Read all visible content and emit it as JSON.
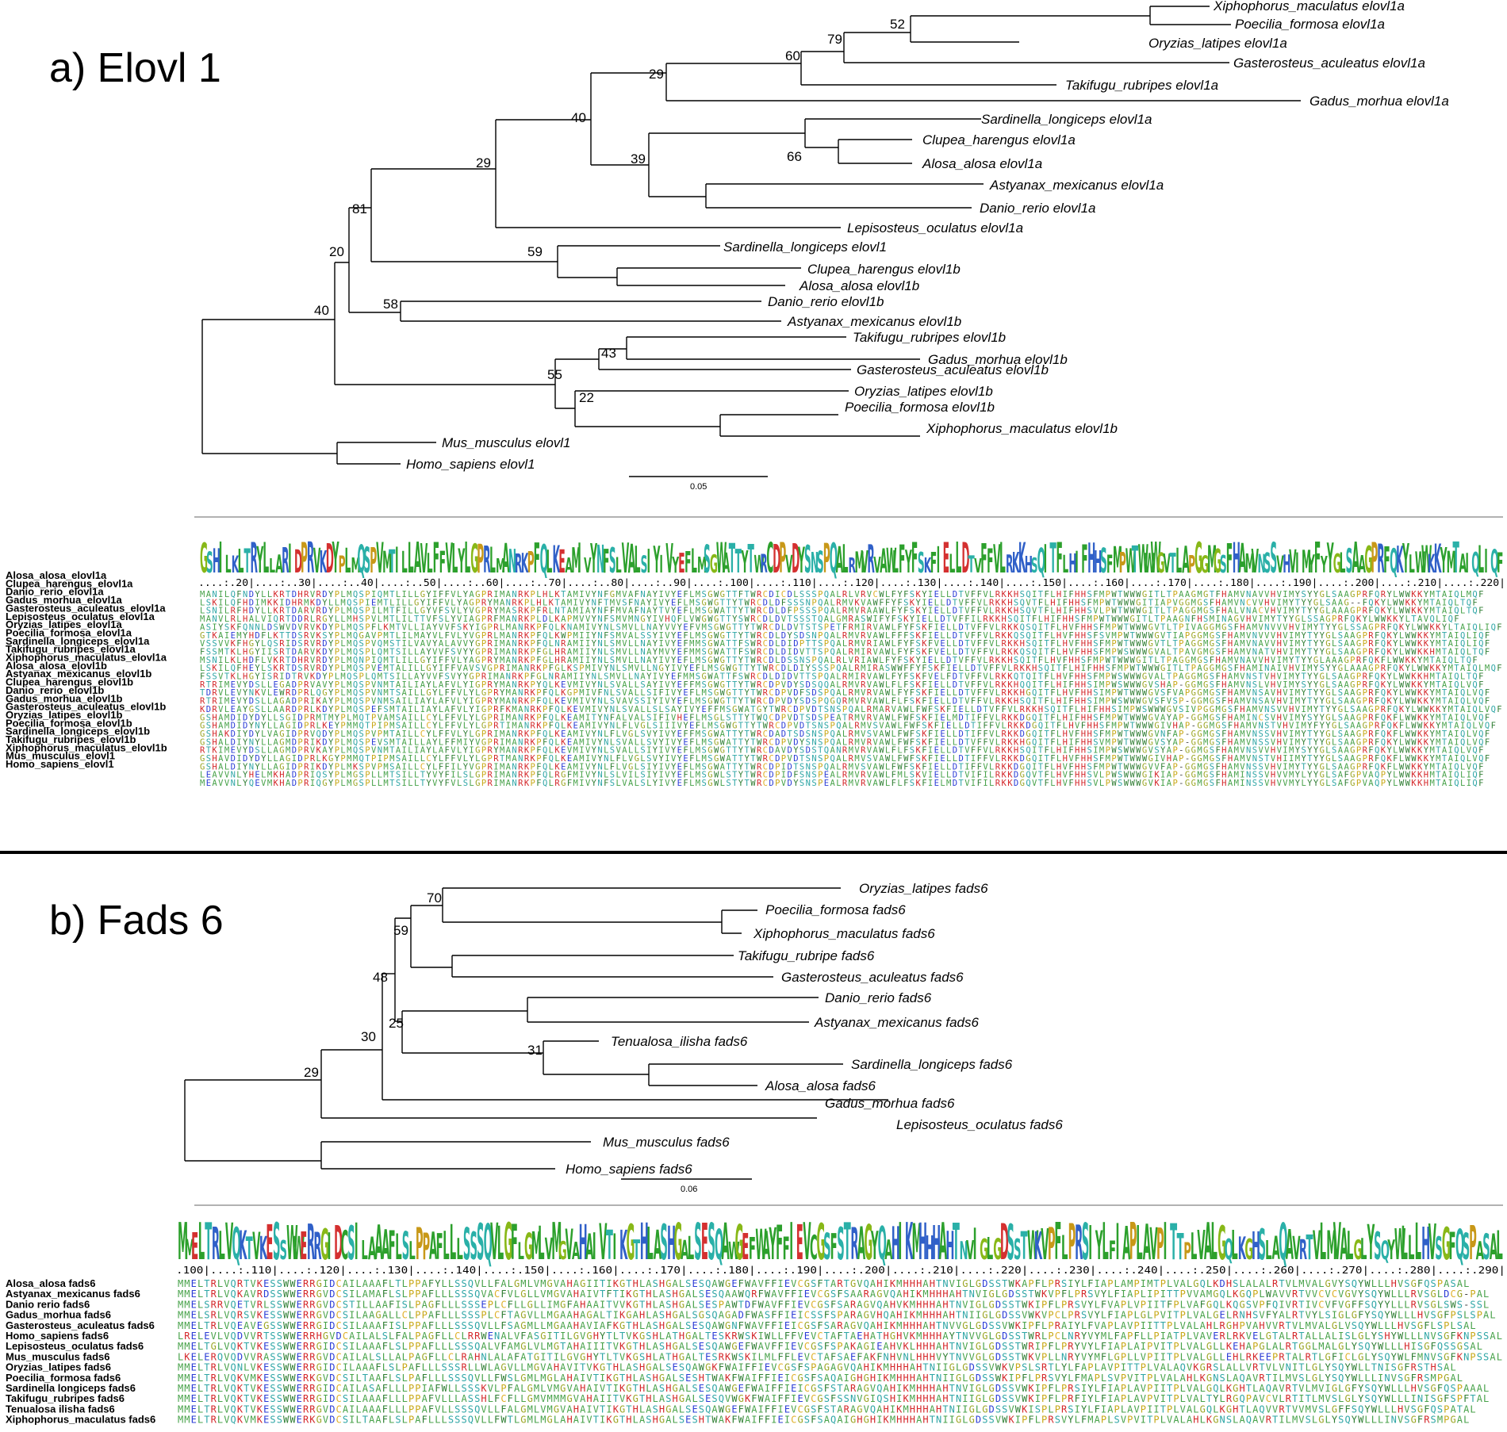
{
  "panel_a": {
    "title": "a) Elovl 1",
    "scale_label": "0.05",
    "leaves": [
      "Xiphophorus_maculatus elovl1a",
      "Poecilia_formosa elovl1a",
      "Oryzias_latipes elovl1a",
      "Gasterosteus_aculeatus elovl1a",
      "Takifugu_rubripes elovl1a",
      "Gadus_morhua elovl1a",
      "Sardinella_longiceps elovl1a",
      "Clupea_harengus elovl1a",
      "Alosa_alosa elovl1a",
      "Astyanax_mexicanus elovl1a",
      "Danio_rerio elovl1a",
      "Lepisosteus_oculatus elovl1a",
      "Sardinella_longiceps elovl1",
      "Clupea_harengus elovl1b",
      "Alosa_alosa elovl1b",
      "Danio_rerio elovl1b",
      "Astyanax_mexicanus elovl1b",
      "Takifugu_rubripes elovl1b",
      "Gadus_morhua elovl1b",
      "Gasterosteus_aculeatus elovl1b",
      "Oryzias_latipes elovl1b",
      "Poecilia_formosa elovl1b",
      "Xiphophorus_maculatus elovl1b",
      "Mus_musculus elovl1",
      "Homo_sapiens elovl1"
    ],
    "bootstraps": [
      "52",
      "79",
      "60",
      "29",
      "40",
      "66",
      "39",
      "29",
      "81",
      "20",
      "59",
      "58",
      "40",
      "43",
      "55",
      "22"
    ],
    "alignment_names": [
      "Alosa_alosa_elovl1a",
      "Clupea_harengus_elovl1a",
      "Danio_rerio_elovl1a",
      "Gadus_morhua_elovl1a",
      "Gasterosteus_aculeatus_elovl1a",
      "Lepisosteus_oculatus_elovl1a",
      "Oryzias_latipes_elovl1a",
      "Poecilia_formosa_elovl1a",
      "Sardinella_longiceps_elovl1a",
      "Takifugu_rubripes_elovl1a",
      "Xiphophorus_maculatus_elovl1a",
      "Alosa_alosa_elovl1b",
      "Astyanax_mexicanus_elovl1b",
      "Clupea_harengus_elovl1b",
      "Danio_rerio_elovl1b",
      "Gadus_morhua_elovl1b",
      "Gasterosteus_aculeatus_elovl1b",
      "Oryzias_latipes_elovl1b",
      "Poecilia_formosa_elovl1b",
      "Sardinella_longiceps_elovl1b",
      "Takifugu_rubripes_elovl1b",
      "Xiphophorus_maculatus_elovl1b",
      "Mus_musculus_elovl1",
      "Homo_sapiens_elovl1"
    ],
    "ruler": "....:.20|....:..30|....:..40|....:..50|....:..60|....:..70|....:..80|....:..90|....:.100|....:.110|....:.120|....:.130|....:.140|....:.150|....:.160|....:.170|....:.180|....:.190|....:.200|....:.210|....:.220|",
    "logo": "GSHILKLTRYLLARIDPRVKDYPLMQSPVMTILLAVLFFVLYLGPRLMANRKPFQLKEAMIVYNFSLVALSIYIVYEFLMSGWATTYTWRCDPVDYSNSPQALRMVRVAWLFYFSKFIELLDTVFFVLRKKHSQITFLHIFHHSFMPWTWWWGVTLAPGGMGSFHAMVNSSVHVIMYFYYGLSAAGPRFQKYLWWKKYMTAIQLIQF",
    "sequences": [
      "MANILQFNDYLLKRTDHRVRDYPLMQSPIQMTLILLGYIFFVLYAGPRIMANRKPLHLKTAMIVYNFGMVAFNAYIVYEFLMSGWGTTFTWRCDICDLSSSPQALRLVRVCWLFYFSKYIELLDTVFFVLRKKHSQITFLHIFHHSFMPWTWWWGITLTPAAGMGTFHAMVNAVVHVIMYSYYGLSAAGPRFQRYLWWKKYMTAIQLMQF",
      "LSKILQFHDIMKKIDHRMKDYLLMQSPIEMTLILLGYIFFVLYAGPRYMANRKPLHLKTAMIVYNFTMVSFNAYIVYEFLMSGWGTTYTWRCDLDFSSSNPQALRMVKVAWFFYFSKYIELLDTVFFVLRKKHSQVTFLHIFHHSFMPWTWWWGITIAPVGGMGSFHAMVNCVVHVIMYTYYGLSAAG--FQKYLWWKKYMTAIQLTQF",
      "LSNILRFHDYLLKRTDARVRDYPLMQSPILMTFILLGYVFSVLYVGPRYMASRKPFRLNTAMIAYNFFMVAFNAYTVYEFLMSGWATTYTWRCDLDFPSSSPQALRMVRAAWLFYFSKYIELLDTVFFVLRKKHSQVTFLHIFHHSVLPWTWWWGITLTPAGGMGSFHALVNACVHVIMYTYYGLAAAGPRFQKYLWWKKYMTAIQLTQF",
      "MANVLRLHALVIQRTDDRLRGYLLMHSPVLMTLILTTVFSLYVIAGPRFMANRKPLDLKAPMVVYNFSMVMNGYIVHQFLVWGWGTTYSWRCDLDVTSSSTQALGMRASWIFYFSKYIELLDTVFFILRKKHSQITFLHIFHHSFMPWTWWWGITLTPAAGNFHSMINAGVHVIMYTYYGLSSAGPRFQKYLWWKKYLTAVQLIQF",
      "ASIYSKFQNNLDSWVDVRVKDYPLMQSPFLKMTVLLIAYVVFSKYIGPRLMANRKPFQLKNAMIVYNLSMVLLNAYVVYEFVMSGWGTTYTWRCDLDVTSTSPETFRMIRVAWLFYFSKFIELLDTVFFVLRKKQSQITFLHVFHHSFMPWTWWWGVTLTPIVAGGMGSFHAMVNVVVHVIMYTYYGLSSAGPRFQKYLWWKKYLTAIQLIQF",
      "GTKAIEMYHDFLKTTDSRVKSYPLMQGAVPMTLILMAYVLFVLYVGPRLMANRKPFQLKWPMIIYNFSMVALSSYIVYEFLMSGWGTTYTWRCDLDYSDSNPQALRMVRVAWLFFFSKFIELLDTVFFVLRKKQSQITFLHVFHHSFSVMPWTWWWGVTIAPGGMGSFHAMVNVVVHVIMYTYYGLSAAGPRFQKYLWWKKYMTAIQLIQF",
      "VSSVVKFHGYLQSRIDSRVRDYPLMQSPVQMSTILVAVYALAVVYGPRIMANRKPFQLNRAMIIYNLSMVLLNAYIVYEFMMSGWATTFSWRCDLDIDPTTSPQALRMVRIAWLFYFSKFVELLDTVFFVLRKKHSQITFLHVFHHSFMPWTWWWGVTLTPAGGMGSFHAMVNAVVHVIMYTYYGLSAAGPRFQKYLWWKKYMTAIQLIQF",
      "FSSMTKLHGYIISRTDARVKDYPLMQSPLQMTSILLAYVVFSVYYGPRIMANRKPFGLHRAMIIYNLSMVLLNAYMVYEFMMSGWATTFSWRCDLDIDVTTSPQALRMIRVAWLFYFSKFVELLDTVFFVLRKKQSQITFLHVFHHSFMPWSWWWGVALTPAVGMGSFHAMVNATVHVIMYTYYGLSAAGPRFQKYLWWKKHMTAIQLTQF",
      "MSNILKLHDFLVKRTDHRVRDYPLMQNPIQMTLILLGYIFFVLYAGPRYMANRKPFGLHRAMIIYNLSMVLLNAYIVYEFLMSGWGTTYTWRCDLDSSNSPQALRLVRIAWLFYFSKYIELLDTVFFVLRKKHSQITFLHVFHHSFMPWTWWWGITLTPAGGMGSFHAMVNAVVHVIMYTYYGLAAAGPRFQKFLWWKKYMTAIQLTQF",
      "LSKILQFHEYLSKRTDSRVRDYPLMQSPVEMTALILLGYIFFVAVSVGPRIMANRKPFGLKSPMIVYNLSMVLLNGYIVYEFLMSGWGTTYTWRCDLDIYSSSPQALRMIRASWWFFYFSKFIELLDTVFFVLRKKHSQITFLHIFHHSFMPWTWWWGITLTPAGGMGSFHAMINAIVHVIMYSYYGLAAAGPRFQKYLWWKKYMTAIQLMQF",
      "FSSVTKLHGYISRIDTRVKDYPLMQSPLQMTSILLAYVVFSVYYGPRIMANRKPFGLNRAMIIYNLSMVLLNAYIVYEFMMSGWATTFSWRCDLDIDVTTSPQALRMIRVAWLFYFSKFVELFDTVFFVLRKKQTQITFLHVFHHSFMPWSWWWGVALTPAGGMGSFHAMVNSTVHVIMYTYYGLSAAGPRFQKYLWWKKHMTAIQLTQF",
      "RTRIMEVYDSLLEGADPRVAVYPLMQSPVNMTAILIAYLAFVLYIGPRYMANRKPYQLKEVMIVYNLSVALLSAYIVYEFFMSGWGTTYTWRCDPVDYSDSQQALRMVRVAWLFLFSKFIELLDTVFFVLRKKHQQITFLHIFHHSIMPWSWWWGVSHAP-GGMGSFHAMVNSLVHVIMYSYYGLSAAGPRFQKYLWWKKYMTAIQLVQF",
      "TDRVLEVYNKVLEWRDPRLQGYPLMQSPVNMTSAILLGYLFFVLYLGPRYMANRKPFQLKGPMIVFNLSVALLSIFIVYEFLMSGWGTTYTWRCDPVDFSDSPQALRMVRVAWLFYFSKFIELLDTVFFVLRKKHGQITFLHVFHHSIMPWTWWWGVSFVAPGGMGSFHAMVNSAVHVIMYTYYGLSAAGPRFQKYLWWKKYMTAIQLVQF",
      "RTRIMEVYDSLLAGADPRIKAYPLMQSPVNMSAILIAYLAFVLYIGPRYMANRKPFQLKEVMIVYNLSVAVSSIYIVYEFLMSGWGTTYTWRCDPVDYSDSPQGQRMVRVAWLFLFSKFIELLDTVFFVLRKKHSQITFLHIFHHSIMPWSWWWGVSFVSP-GGMGSFHAMVNSAVHVIMYTYYGLSAAGPRFQKYLWWKKYMTAIQLVQF",
      "KDRVLEAYGSLLAARDPRLKDYPLMQSPEFSMTAILIAYLAFVLYIGPRFKMANRKPFQLKEVMIVYNLSVALLSLSAYIVYEFFMSGWATGYTWRCDPVDTSNSPQALRMARVAWLFWFSKFIELLDTVFFVLRKKHSQITFLHIFHHSIMPWSWWWGVSIVPGGMGSFHAMVNSVVHVIMYTYYGLSAAGPRFQKYLWWKKYMTAIQLVQF",
      "GSHAMDIDYDYLLSGIDPRMTMYPLMQTPVAMSAILLCYLFFVLYLGPRIMANRKPFQLKEAMITYNFALVALSIFIVHEFLMSGLSTTYTWQCDPVDTSDSPEATRMVRVAWLFWFSKFIELMDTIFFVLRKKDGQITFLHIFHHSFMPWTWWWGVAYAP-GGMGSFHAMINCSVHVIMYSYYGLSAAGPRFQKFLWWKKYMTAIQLVQF",
      "GSHAMDIDYNYLLAGIDPRLKEYPMMQTPIPMSAILLCYLFFVLYLGPRTIMANRKPFQLKEAMIVYNLFLVGLSIIIVYEFLMSGWGTTYTWRCDPVDTSNSPQALRMVSVAWLFWFSKFIELLDTIFFVLRKKDGQITFLHVFHHSFMPWTWWWGIVHAP-GGMGSFHAMVNSTVHVIMYFYYGLSAAGPRFQKFLWWKKYMTAIQLVQF",
      "GSHAKDIYDYLVAGIDPRVQDYPLMQSPVPMTAILLCYLFFVLYLGPRIMANRKPFQLKEAMIVYNLFLVGLSVYIVYEFFMSGWATTYTWRCDADTSDSNSPQALRMVSVAWLFWFSKFIELLDTIFFVLRKKDGQITFLHVFHHSFMPWTWWWGVNFAP-GGMGSFHAMVNSSVHVIMYTYYGLSAAGPRFQKFLWWKKYMTAIQLVQF",
      "GSHALDIYNYLLAGMDPRIKDYPLMQSPEVSMTAILLAYLFFMIYVGPRIMANRKPFQLKEAMIVYNLSVALLSVYIVYEFLMSGWATTYTWRCDPVDYSNSPQALRMVRVAWLFWFSKFIELLDTVFFVLRKKHGQITFLHIFHHSVMPWTWWWGVSYAP-GGMGSFHAMVNSSVHVIMYTYYGLSAAGPRFQKYLWWKKYMTAIQLVQF",
      "RTKIMEVYDSLLAGMDPRVKAYPLMQSPVNMTAILIAYLAFVLYIGPRYMANRKPFQLKEVMIVYNLSVALLSIYIVYEFLMSGWGTTYTWRCDAVDYSDSTQANRMVRVAWLFLFSKFIELLDTVFFVLRKKHSQITFLHIFHHSIMPWSWWWGVSYAP-GGMGSFHAMVNSVVHVIMYSYYGLSAAGPRFQKYLWWKKYMTAIQLVQF",
      "GSHAVDIDYDYLLAGIDPRLKGYPMMQTPIPMSAILLCYLFFVLYLGPRTMANRKPFQLKEAMIVYNLFLVGLSVYIVYEFLMSGWATTYTWRCDPVDTSNSPQALRMVSVAWLFWFSKFIELLDTIFFVLRKKDGQITFLHVFHHSFMPWTWWWGIVHAP-GGMGSFHAMVNSTVHIIMYTYYGLSAAGPRFQKFLWWKKYMTAIQLVQF",
      "GSHALDIYNYLLAGIDPRIKDYPLMKSPVPMSAILLCYLFFILYVGPRIMANRKPFQLKEAMIVYNLFLVGLSIYIVYEFLMSGWATTYTWRCDPIDTSNSPQALRMVSVAWLFWFSKFIELLDTIFFVLRKKDGQITFLHVFHHSFMPWTWWWGVVFAP-GGMGSFHAMVNSSVHVIMYTYYGLSAAGPRFQKFLWWKKYMTAIQLVQF",
      "LEAVVNLYHELMKHADPRIQSYPLMGSPLLMTSILLTYVYFILSLGPRIMANRKPFQLRGFMIVYNLSLVILSIYIVYEFLMSGWLSTYTWRCDPIDFSNSPEALRMVRVAWLFMLSKVIELLDTVIFILRKKDGQVTFLHVFHHSVLPWSWWWGIKIAP-GGMGSFHAMINSSVHVVMYLYYGLSAFGPVAQPYLWWKKHMTAIQLIQF",
      "MEAVVNLYQEVMKHADPRIQGYPLMGSPLLMTSILLTYVYFVLSLGPRIMANRKPFQLRGFMIVYNFSLVALSLYIVYEFLMSGWLSTYTWRCDPVDYSNSPEALRMVRVAWLFLFSKFIELMDTVIFILRKKDGQVTFLHVFHHSVLPWSWWWGVKIAP-GGMGSFHAMINSSVHVVMYLYYGLSAFGPVAQPYLWWKKHMTAIQLIQF"
    ]
  },
  "panel_b": {
    "title": "b) Fads 6",
    "scale_label": "0.06",
    "leaves": [
      "Oryzias_latipes fads6",
      "Poecilia_formosa fads6",
      "Xiphophorus_maculatus fads6",
      "Takifugu_rubripe fads6",
      "Gasterosteus_aculeatus fads6",
      "Danio_rerio fads6",
      "Astyanax_mexicanus fads6",
      "Tenualosa_ilisha fads6",
      "Sardinella_longiceps fads6",
      "Alosa_alosa fads6",
      "Gadus_morhua fads6",
      "Lepisosteus_oculatus fads6",
      "Mus_musculus fads6",
      "Homo_sapiens fads6"
    ],
    "bootstraps": [
      "70",
      "59",
      "48",
      "25",
      "31",
      "30",
      "29"
    ],
    "alignment_names": [
      "Alosa_alosa fads6",
      "Astyanax_mexicanus fads6",
      "Danio rerio fads6",
      "Gadus_morhua fads6",
      "Gasterosteus_aculeatus fads6",
      "Homo_sapiens fads6",
      "Lepisosteus_oculatus fads6",
      "Mus_musculus fads6",
      "Oryzias_latipes fads6",
      "Poecilia_formosa fads6",
      "Sardinella longiceps fads6",
      "Takifugu_rubripes fads6",
      "Tenualosa ilisha fads6",
      "Xiphophorus_maculatus fads6"
    ],
    "ruler": ".100|....:.110|....:.120|....:.130|....:.140|....:.150|....:.160|....:.170|....:.180|....:.190|....:.200|....:.210|....:.220|....:.230|....:.240|....:.250|....:.260|....:.270|....:.280|....:.290|",
    "logo": "MMELTRLVQKTVKESSWWERRGIDCSILAAAFLSLPPAFLLLSSSQVLGFLGMLVMGVAHAIVTIKGTHLASHGALSESQAWGEFWAYFFIEVCGSFSTRAGYQAHIKMHHHAHTNVIGLGDSSTWKVPFLPRSIYLFIAPLAVPITTPLVALGQLKGHSLAQAVRTVLMVALGLYSQYWLLLHVSGFQSPASAL",
    "sequences": [
      "MMELTRLVQRTVKESSWWERRGIDCAILAAAFLTLPPAFYLLSSQVLLFALGMLVMGVAHAGIITIKGTHLASHGALSESQAWGEFWAVFFIEVCGSFTARTGVQAHIKMHHHAHTNVIGLGDSSTWKAPFLPRSIYLFIAPLAMPIMTPLVALGQLKDHSLALALRTVLMVALGVYSQYWLLLHVSGFQSPASAL",
      "MMELTRLVQKAVRDSSWWERRGVDCSILAMAFLSLPPAFLLLSSSQVACFVLGLLVMGVAHAIVTFTIKGTHLASHGALSESQAAWQRFWAVFFIEVCGSFSAARAGVQAHIKMHHHAHTNVIGLGDSSTWKVPFLPRSVYLFIAPLIPITTPVVAMGQLKGQPLWAVVRTVVCVCVGVYSQYWLLLRVSGLDCG-PAL",
      "MMELSRRVQETVRLSSWWERRGVDCSTILLAAFISLPAGFLLLSSSEPLCFLLGLLIMGFAHAAITVVKGTHLASHGALSESPAWTDFWAVFFIEVCGSFSARAGVQAHVKMHHHAHTNVIGLGDSSTWKIPFLPRSVYLFVAPLVPIITFPLVAFGQLKQGSVPFQIVRTIVCVFVGFFSQYYLLLRVSGLSWS-SSL",
      "MMELSRLVQRSVKESSWWERRGVDCSILAAGALLCLPPAFLLLSSSPLCFTAGVLLMGAAHAGALTIKGAHLASHGALSGSQAGADFWASFFIEICSSFSPARAGVHQAHIKMHHHAHTNIIGLGDSSVWKVPCLPRSVYLFIAPLGLPVITPLVALGELRNHSVFYALRTVYLSIGLGFYSQYWLLLHVSGFPSLSPAL",
      "MMELTRLVQEAVEGSSWWERRGIDCSILAAAFISLPPAFLLLSSSQVLLFSAGMLLMGAAHAVIAFKGTHLASHGALSESQAWGNFWAVFFIEICGSFSARAGVQAHIKMHHHAHTNVVGLGDSSVWKIPFLPRAIYLFVAPLAVPIITTPLVALAHLRGHPVAHVVRTVLMVALGLVSQYWLLLHVSGFLSPLSAL",
      "LRELEVLVQDVVRTSSWWERRHGVDCAILALSLFALPAGFLLCLRRWENALVFASGITILGVGHYTLTVKGSHLATHGALTESKRWSKIWLLFFVEVCTAFTAEHATHGHVKMHHHAYTNVVGLGDSSTWRLPCLNRYVYMLFAPFLLPIATPLVAVERLRKVELGTALRTALLALISLGLYSHYWLLLNVSGFKNPSSAL",
      "MMELTGLVQKTVKESSWWERRGIDCSILAAAFLSLPPAFLLLSSSQALVFAMGLVLMGTAHAIIITVKGTHLASHGALSESQAWGEFWAVFFIEVCGSFSPAKAGIEAHVKLHHHAHTNVIGLGDSSTWRIPFLPRYVYLFIAPLAIPVITPLVALGLLKEHAPGLALRTGGLMALGLYSQYWLLLHISGFQSSGSAL",
      "LKELERQVQDVVRASSWWERRGVDCAILALSLLALPAGFLLCLRAHNLALAFATGITILGVGHYTLTVKGSHLATHGALTESRKWSKILMLFFLEVCTAFSAEFAKFNHVNLHHHVYTNVVGLGDSSTWKVPLLNRYVYMFLGPLLVPIITPLVALGLLEHLRKEEPRTALRTLGFICLGLYSQYWLFMNVSGFKNPSSAL",
      "MMELTRLVQNLVKESSWWERRGIDCILAAAFLSLPAFLLLSSSRLLWLAGVLLMGVAHAVITVKGTHLASHGALSESQAWGKFWAIFFIEVCGSFSPAGAGVQAHIKMHHHAHTNIIGLGDSSVWKVPSLSRTLYLFAPLAVPITTPLVALAQVKGRSLALLVRTVLVNITLGLYSQYWLLTNISGFRSTHSAL",
      "MMELTRLVQKVMKESSWWERKGVDCSILTAAFLSLPAFLLLSSSQVLLFWSLGMLMGLAHAIVTIKGTHLASHGALSESHTWAKFWAIFFIEICGSFSAQAIGHGHIKMHHHAHTNIIGLGDSSWKIPFLPRSVYLFMAPLSVPVITPLVALAHLKGNSLAQAVRTILMVSLGLYSQYWLLLINVSGFRSMPGAL",
      "MMELTRLVQKTVKESSWWERRGIDCAILASAFLLLPPIAFWLLSSSKVLPFALGMLVMGVAHAIVTIKGTHLASHGALSESQAWGEFWAIFFIEICGSFSTARAGVQAHIKMHHHAHTNVIGLGDSSVWKIPFLPRSIYLFIAPLAVPIITPLVALGQLKGHTLAQAVRTVLMVIGLGFYSQYWLLLHVSGFQSPAAAL",
      "MMELTRLVQKTVKESSWWERRGIDCSILAAAFLLLPPAFVLLLASSHLFCFLLGMVMMMGVAHAIITVKGTHLASHGALSESQVWGKFWAIFFIEVCGSFSSNVGIQSHIKMHHHAHTNIIGLGDSSVWKIPFLPRFIYLFIAPLAVPVITPLVALTYLRGQPAVCVLRTITLMVSLGLYSQYWLLLINISGFSPFTAL",
      "MMELTRLVQKTVKESSWWERRGVDCAILAAAFLLLPPAFVLLSSSQVLLFALGMLVMGVAHAIVTIKGTHLASHGALSESQAWGEFWAIFFIEVCGSFSTARAGVQAHIKMHHHAHTNIIGLGDSSVWKISPLPRSIYLFIAPLAVPIITPLVALGQLKGHTLAQVVRTVVMVSLGFFSQYWLLLHVSGFQSPATAL",
      "MMELTRLVQKVMKESSWWERKGVDCSILTAAFLSLPAFLLLSSSQVLLFWTLGMLMGLAHAIVTIKGTHLASHGALSESHTWAKFWAIFFIEICGSFSAQAIGHGHIKMHHHAHTNIIGLGDSSVWKIPFLPRSVYLFMAPLSVPVITPLVALAHLKGNSLAQAVRTILMVSLGLYSQYWLLLINVSGFRSMPGAL"
    ]
  }
}
